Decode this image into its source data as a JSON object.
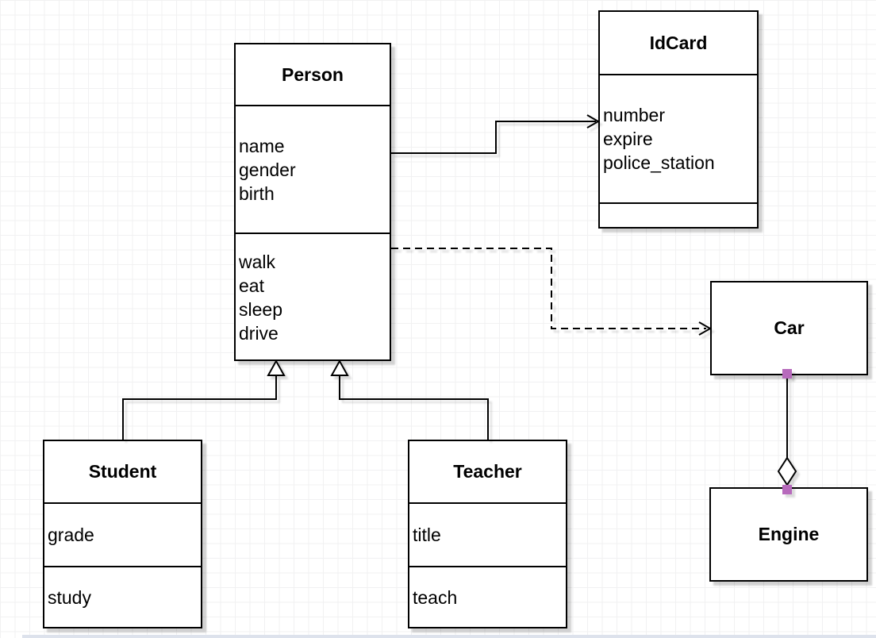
{
  "diagram": {
    "kind": "uml-class-diagram",
    "classes": {
      "person": {
        "title": "Person",
        "attributes": [
          "name",
          "gender",
          "birth"
        ],
        "methods": [
          "walk",
          "eat",
          "sleep",
          "drive"
        ]
      },
      "idcard": {
        "title": "IdCard",
        "attributes": [
          "number",
          "expire",
          "police_station"
        ],
        "methods": []
      },
      "student": {
        "title": "Student",
        "attributes": [
          "grade"
        ],
        "methods": [
          "study"
        ]
      },
      "teacher": {
        "title": "Teacher",
        "attributes": [
          "title"
        ],
        "methods": [
          "teach"
        ]
      },
      "car": {
        "title": "Car"
      },
      "engine": {
        "title": "Engine"
      }
    },
    "relationships": [
      {
        "type": "association",
        "from": "Person",
        "to": "IdCard",
        "line": "solid",
        "marker": "open-arrow"
      },
      {
        "type": "dependency",
        "from": "Person",
        "to": "Car",
        "line": "dashed",
        "marker": "open-arrow"
      },
      {
        "type": "generalization",
        "from": "Student",
        "to": "Person",
        "line": "solid",
        "marker": "hollow-triangle"
      },
      {
        "type": "generalization",
        "from": "Teacher",
        "to": "Person",
        "line": "solid",
        "marker": "hollow-triangle"
      },
      {
        "type": "aggregation",
        "from": "Car",
        "to": "Engine",
        "line": "solid",
        "marker": "hollow-diamond"
      }
    ],
    "colors": {
      "stroke": "#000000",
      "fill": "#ffffff",
      "connection_point": "#b76abc",
      "grid_line": "#f1f1f2",
      "canvas_edge": "#dde2ec"
    }
  }
}
